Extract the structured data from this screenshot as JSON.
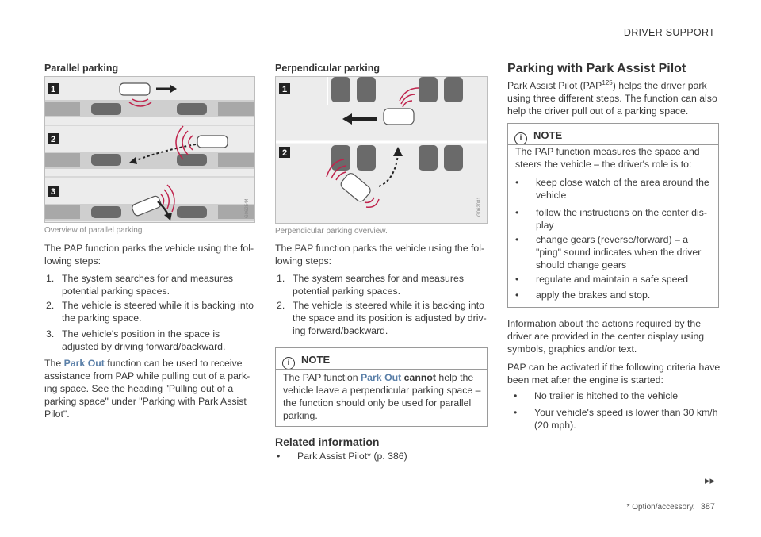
{
  "header": {
    "section": "DRIVER SUPPORT"
  },
  "parallel": {
    "title": "Parallel parking",
    "figure_labels": [
      "1",
      "2",
      "3"
    ],
    "figure_code": "G062544",
    "caption": "Overview of parallel parking.",
    "intro_lines": [
      "The PAP function parks the vehicle using the fol-",
      "lowing steps:"
    ],
    "steps": [
      {
        "num": "1.",
        "lines": [
          "The system searches for and measures",
          "potential parking spaces."
        ]
      },
      {
        "num": "2.",
        "lines": [
          "The vehicle is steered while it is backing into",
          "the parking space."
        ]
      },
      {
        "num": "3.",
        "lines": [
          "The vehicle's position in the space is",
          "adjusted by driving forward/backward."
        ]
      }
    ],
    "parkout": {
      "pre": "The ",
      "highlight": "Park Out",
      "post": " function can be used to receive",
      "lines": [
        "assistance from PAP while pulling out of a park-",
        "ing space. See the heading \"Pulling out of a",
        "parking space\" under \"Parking with Park Assist",
        "Pilot\"."
      ]
    }
  },
  "perpendicular": {
    "title": "Perpendicular parking",
    "figure_labels": [
      "1",
      "2"
    ],
    "figure_code": "G062081",
    "caption": "Perpendicular parking overview.",
    "intro_lines": [
      "The PAP function parks the vehicle using the fol-",
      "lowing steps:"
    ],
    "steps": [
      {
        "num": "1.",
        "lines": [
          "The system searches for and measures",
          "potential parking spaces."
        ]
      },
      {
        "num": "2.",
        "lines": [
          "The vehicle is steered while it is backing into",
          "the space and its position is adjusted by driv-",
          "ing forward/backward."
        ]
      }
    ],
    "note": {
      "label": "NOTE",
      "icon": "i",
      "l1_pre": "The PAP function ",
      "l1_hl": "Park Out",
      "l1_bold": " cannot",
      "l1_post": " help the",
      "lines": [
        "vehicle leave a perpendicular parking space –",
        "the function should only be used for parallel",
        "parking."
      ]
    },
    "related_title": "Related information",
    "related_item": "Park Assist Pilot* (p. 386)"
  },
  "pap": {
    "title": "Parking with Park Assist Pilot",
    "intro_l1_pre": "Park Assist Pilot (PAP",
    "intro_sup": "125",
    "intro_l1_post": ") helps the driver park",
    "intro_lines": [
      "using three different steps. The function can also",
      "help the driver pull out of a parking space."
    ],
    "note": {
      "label": "NOTE",
      "icon": "i",
      "lines": [
        "The PAP function measures the space and",
        "steers the vehicle – the driver's role is to:"
      ],
      "bullets": [
        [
          "keep close watch of the area around the",
          "vehicle"
        ],
        [
          "follow the instructions on the center dis-",
          "play"
        ],
        [
          "change gears (reverse/forward) – a",
          "\"ping\" sound indicates when the driver",
          "should change gears"
        ],
        [
          "regulate and maintain a safe speed"
        ],
        [
          "apply the brakes and stop."
        ]
      ]
    },
    "info_lines": [
      "Information about the actions required by the",
      "driver are provided in the center display using",
      "symbols, graphics and/or text."
    ],
    "criteria_lines": [
      "PAP can be activated if the following criteria have",
      "been met after the engine is started:"
    ],
    "criteria": [
      [
        "No trailer is hitched to the vehicle"
      ],
      [
        "Your vehicle's speed is lower than 30 km/h",
        "(20 mph)."
      ]
    ]
  },
  "footer": {
    "continue": "▸▸",
    "option_note": "* Option/accessory.",
    "page": "387"
  }
}
